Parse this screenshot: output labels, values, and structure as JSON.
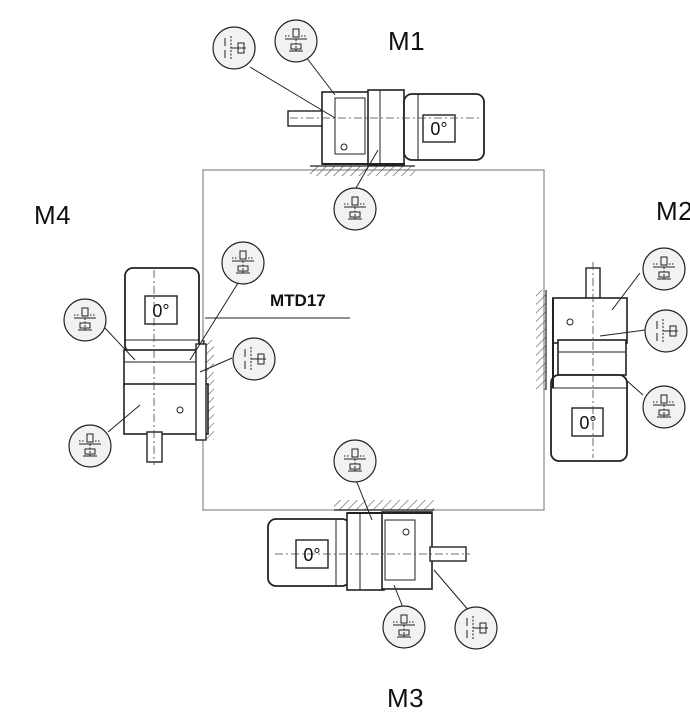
{
  "labels": {
    "m1": "M1",
    "m2": "M2",
    "m3": "M3",
    "m4": "M4",
    "model": "MTD17"
  },
  "motor_angle": "0°",
  "colors": {
    "line": "#222222",
    "frame": "#8a8a8a",
    "hatch": "#555555",
    "badge_fill": "#f2f2f2"
  }
}
